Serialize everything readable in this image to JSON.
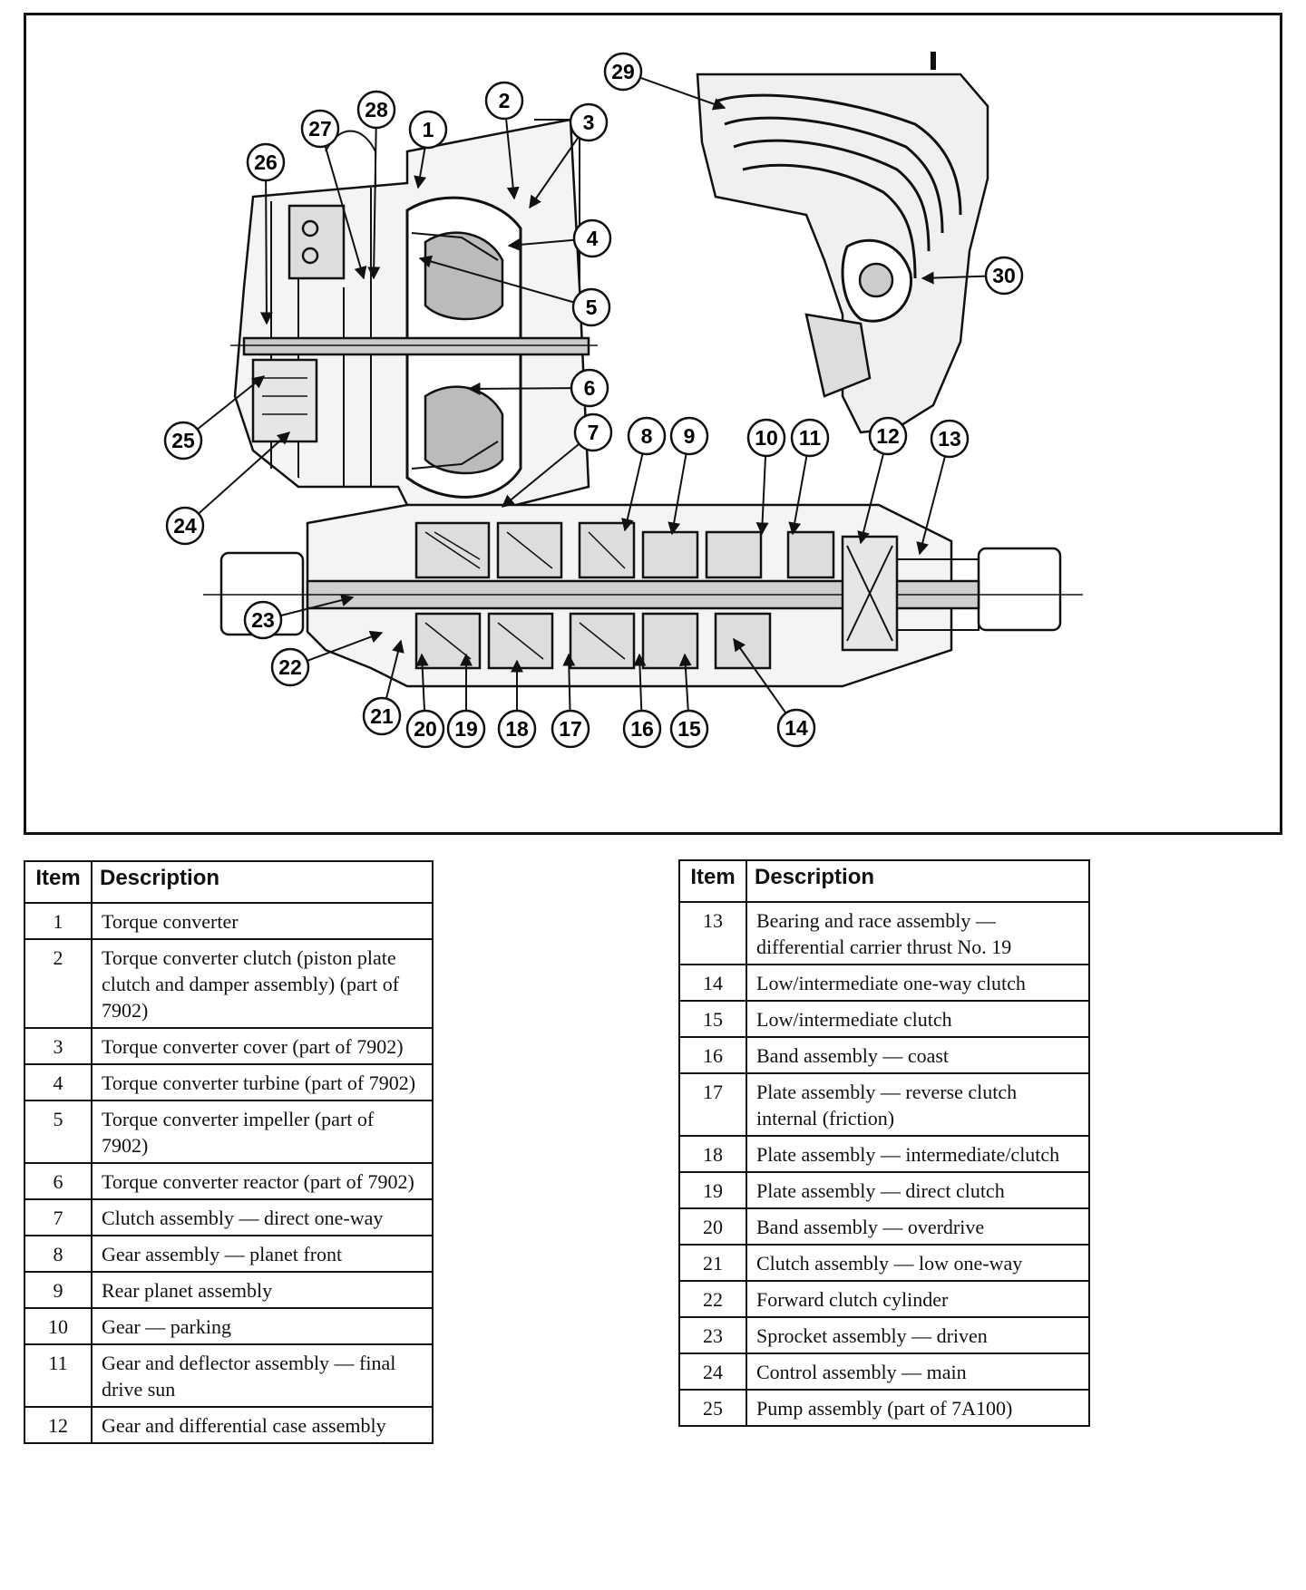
{
  "table": {
    "header_item": "Item",
    "header_description": "Description"
  },
  "parts_left": [
    {
      "item": "1",
      "description": "Torque converter"
    },
    {
      "item": "2",
      "description": "Torque converter clutch (piston plate clutch and damper assembly) (part of 7902)"
    },
    {
      "item": "3",
      "description": "Torque converter cover (part of 7902)"
    },
    {
      "item": "4",
      "description": "Torque converter turbine (part of 7902)"
    },
    {
      "item": "5",
      "description": "Torque converter impeller (part of 7902)"
    },
    {
      "item": "6",
      "description": "Torque converter reactor (part of 7902)"
    },
    {
      "item": "7",
      "description": "Clutch assembly — direct one-way"
    },
    {
      "item": "8",
      "description": "Gear assembly — planet front"
    },
    {
      "item": "9",
      "description": "Rear planet assembly"
    },
    {
      "item": "10",
      "description": "Gear — parking"
    },
    {
      "item": "11",
      "description": "Gear and deflector assembly — final drive sun"
    },
    {
      "item": "12",
      "description": "Gear and differential case assembly"
    }
  ],
  "parts_right": [
    {
      "item": "13",
      "description": "Bearing and race assembly — differential carrier thrust No. 19"
    },
    {
      "item": "14",
      "description": "Low/intermediate one-way clutch"
    },
    {
      "item": "15",
      "description": "Low/intermediate clutch"
    },
    {
      "item": "16",
      "description": "Band assembly — coast"
    },
    {
      "item": "17",
      "description": "Plate assembly — reverse clutch internal (friction)"
    },
    {
      "item": "18",
      "description": "Plate assembly — intermediate/clutch"
    },
    {
      "item": "19",
      "description": "Plate assembly — direct clutch"
    },
    {
      "item": "20",
      "description": "Band assembly — overdrive"
    },
    {
      "item": "21",
      "description": "Clutch assembly — low one-way"
    },
    {
      "item": "22",
      "description": "Forward clutch cylinder"
    },
    {
      "item": "23",
      "description": "Sprocket assembly — driven"
    },
    {
      "item": "24",
      "description": "Control assembly — main"
    },
    {
      "item": "25",
      "description": "Pump assembly (part of 7A100)"
    }
  ],
  "callouts": [
    "1",
    "2",
    "3",
    "4",
    "5",
    "6",
    "7",
    "8",
    "9",
    "10",
    "11",
    "12",
    "13",
    "14",
    "15",
    "16",
    "17",
    "18",
    "19",
    "20",
    "21",
    "22",
    "23",
    "24",
    "25",
    "26",
    "27",
    "28",
    "29",
    "30"
  ]
}
